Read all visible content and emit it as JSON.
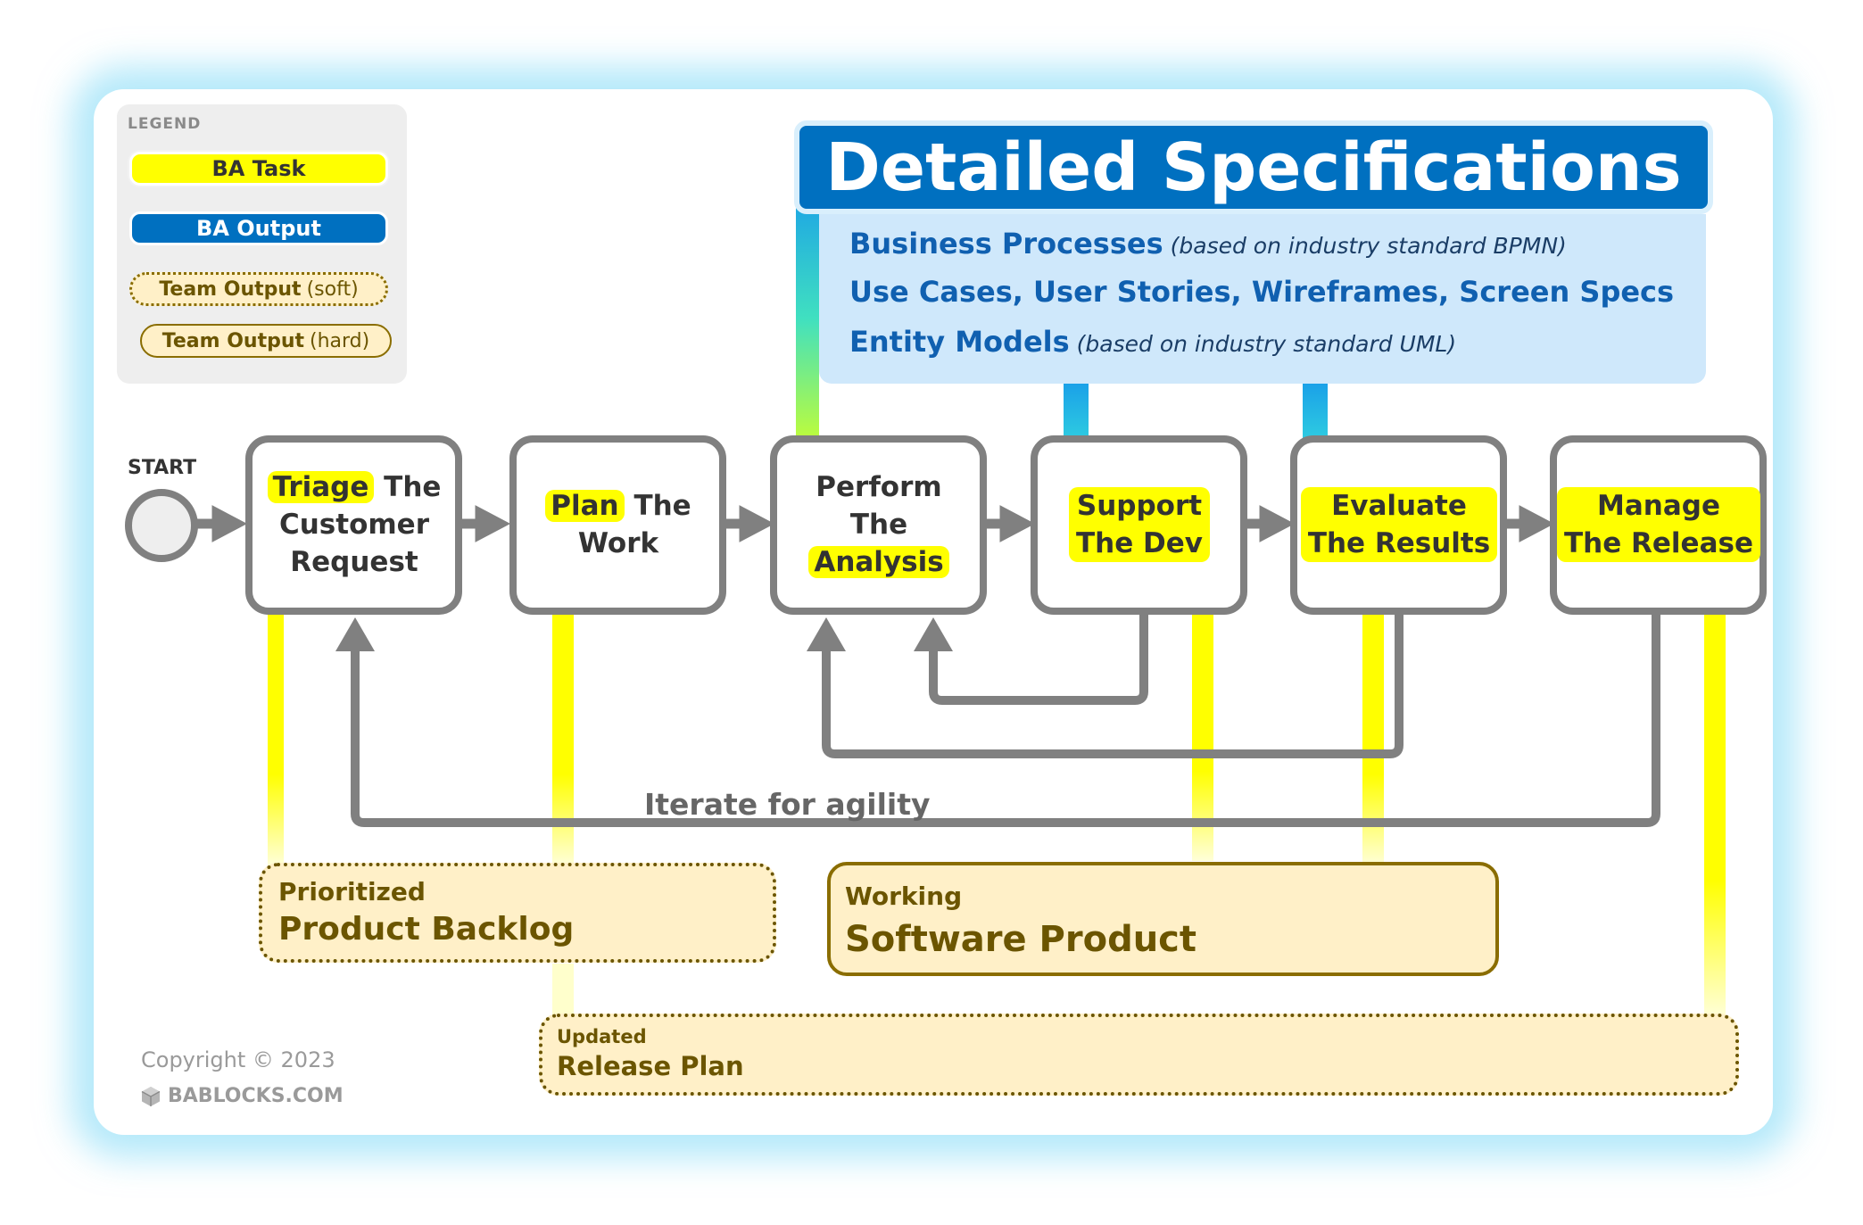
{
  "legend": {
    "title": "LEGEND",
    "ba_task": "BA Task",
    "ba_output": "BA Output",
    "team_soft": "Team Output",
    "team_soft_sub": "(soft)",
    "team_hard": "Team Output",
    "team_hard_sub": "(hard)"
  },
  "spec": {
    "title": "Detailed Specifications",
    "line1": "Business Processes",
    "line1_note": "(based on industry standard BPMN)",
    "line2": "Use Cases, User Stories, Wireframes, Screen Specs",
    "line3": "Entity Models",
    "line3_note": "(based on industry standard UML)"
  },
  "start_label": "START",
  "steps": {
    "triage": {
      "hl": "Triage",
      "rest1": "The",
      "line2": "Customer",
      "line3": "Request"
    },
    "plan": {
      "hl": "Plan",
      "rest1": "The",
      "line2": "Work"
    },
    "perform": {
      "line1": "Perform",
      "line2": "The",
      "hl": "Analysis"
    },
    "support": {
      "line1": "Support",
      "line2": "The Dev"
    },
    "evaluate": {
      "line1": "Evaluate",
      "line2": "The Results"
    },
    "manage": {
      "line1": "Manage",
      "line2": "The Release"
    }
  },
  "iterate": "Iterate for agility",
  "outputs": {
    "backlog_small": "Prioritized",
    "backlog_big": "Product Backlog",
    "software_small": "Working",
    "software_big": "Software Product",
    "release_small": "Updated",
    "release_big": "Release Plan"
  },
  "footer": {
    "copyright": "Copyright © 2023",
    "brand": "BABLOCKS.COM"
  },
  "colors": {
    "ba_task": "#ffff00",
    "ba_output": "#0070c0",
    "team_output_fill": "#fff0c8",
    "team_output_border": "#8a6d00",
    "flow": "#808080",
    "glow": "#78d7f5"
  }
}
